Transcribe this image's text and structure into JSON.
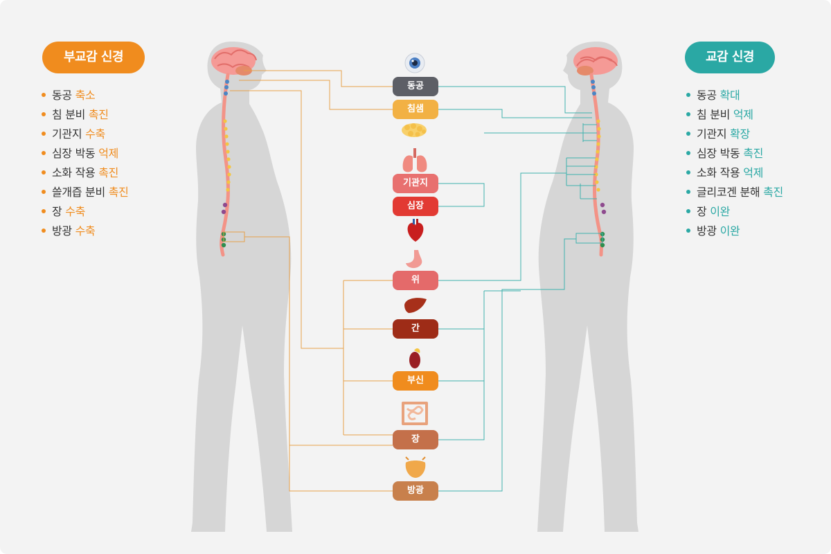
{
  "parasympathetic": {
    "title": "부교감 신경",
    "color": "#f08c1e",
    "effects": [
      {
        "organ": "동공",
        "effect": "축소"
      },
      {
        "organ": "침 분비",
        "effect": "촉진"
      },
      {
        "organ": "기관지",
        "effect": "수축"
      },
      {
        "organ": "심장 박동",
        "effect": "억제"
      },
      {
        "organ": "소화 작용",
        "effect": "촉진"
      },
      {
        "organ": "쓸개즙 분비",
        "effect": "촉진"
      },
      {
        "organ": "장",
        "effect": "수축"
      },
      {
        "organ": "방광",
        "effect": "수축"
      }
    ]
  },
  "sympathetic": {
    "title": "교감 신경",
    "color": "#2aa8a4",
    "effects": [
      {
        "organ": "동공",
        "effect": "확대"
      },
      {
        "organ": "침 분비",
        "effect": "억제"
      },
      {
        "organ": "기관지",
        "effect": "확장"
      },
      {
        "organ": "심장 박동",
        "effect": "촉진"
      },
      {
        "organ": "소화 작용",
        "effect": "억제"
      },
      {
        "organ": "글리코겐 분해",
        "effect": "촉진"
      },
      {
        "organ": "장",
        "effect": "이완"
      },
      {
        "organ": "방광",
        "effect": "이완"
      }
    ]
  },
  "organs": [
    {
      "label": "동공",
      "color": "#5d5f66",
      "icon": "eye-icon"
    },
    {
      "label": "침샘",
      "color": "#f2b144",
      "icon": "salivary-gland-icon"
    },
    {
      "label": "기관지",
      "color": "#e8706f",
      "icon": "lungs-icon"
    },
    {
      "label": "심장",
      "color": "#e23a33",
      "icon": "heart-icon"
    },
    {
      "label": "위",
      "color": "#e46a6a",
      "icon": "stomach-icon"
    },
    {
      "label": "간",
      "color": "#9e2c17",
      "icon": "liver-icon"
    },
    {
      "label": "부신",
      "color": "#f08c1e",
      "icon": "adrenal-kidney-icon"
    },
    {
      "label": "장",
      "color": "#c4704a",
      "icon": "intestine-icon"
    },
    {
      "label": "방광",
      "color": "#c8804c",
      "icon": "bladder-icon"
    }
  ]
}
